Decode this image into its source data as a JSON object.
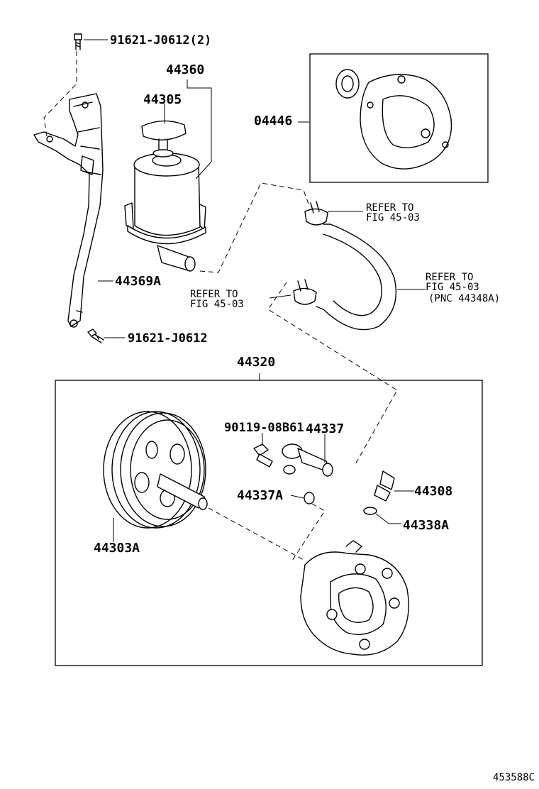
{
  "diagram_id": "453588C",
  "parts": {
    "bolt_top": "91621-J0612(2)",
    "bolt_bottom": "91621-J0612",
    "bracket": "44369A",
    "reservoir_assy": "44360",
    "reservoir_cap": "44305",
    "gasket_kit": "04446",
    "pump_assy": "44320",
    "pulley": "44303A",
    "union_bolt": "90119-08B61",
    "union": "44337",
    "union_oring": "44337A",
    "sensor": "44308",
    "sensor_oring": "44338A"
  },
  "refs": {
    "upper_clamp": {
      "line1": "REFER TO",
      "line2": "FIG 45-03"
    },
    "hose": {
      "line1": "REFER TO",
      "line2": "FIG 45-03",
      "line3": "(PNC 44348A)"
    },
    "lower_clamp": {
      "line1": "REFER TO",
      "line2": "FIG 45-03"
    }
  }
}
